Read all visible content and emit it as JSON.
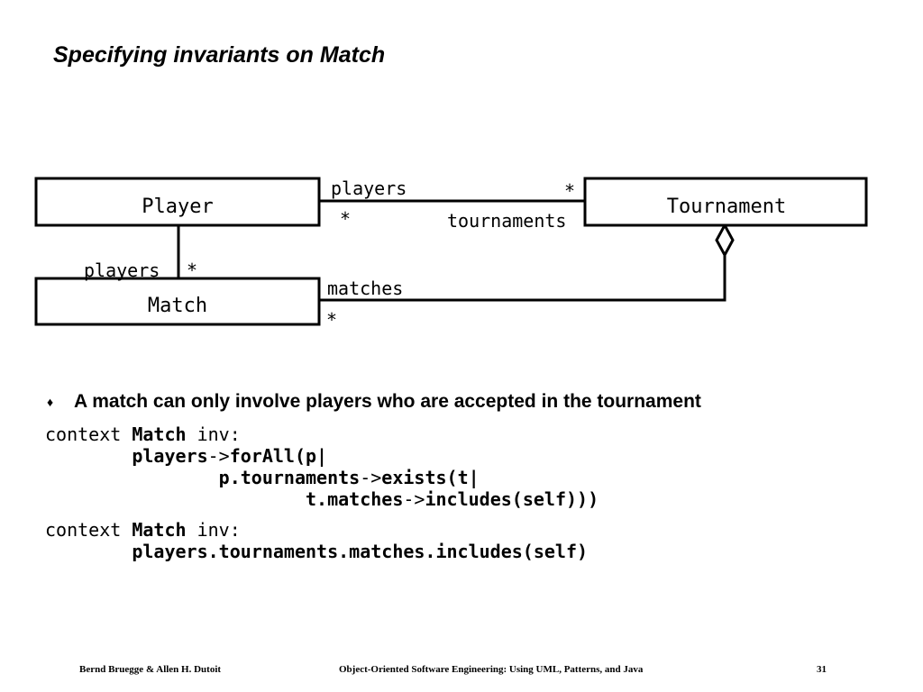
{
  "slide": {
    "title": "Specifying invariants on Match"
  },
  "diagram": {
    "classes": {
      "player": "Player",
      "tournament": "Tournament",
      "match": "Match"
    },
    "roles": {
      "players_top": "players",
      "mult_players_top": "*",
      "tournaments": "tournaments",
      "mult_tournaments": "*",
      "players_left": "players",
      "mult_players_left": "*",
      "matches": "matches",
      "mult_matches": "*"
    }
  },
  "bullet": {
    "marker": "♦",
    "text": "A match can only involve players who are accepted in the tournament"
  },
  "code": {
    "ctx1": {
      "kw_context": "context ",
      "cls": "Match",
      "kw_inv": " inv:",
      "l2_a": "players",
      "l2_arrow": "->",
      "l2_b": "forAll",
      "l2_c": "(p|",
      "l3_a": "p.tournaments",
      "l3_arrow": "->",
      "l3_b": "exists",
      "l3_c": "(t|",
      "l4_a": "t.matches",
      "l4_arrow": "->",
      "l4_b": "includes",
      "l4_c": "(self)))"
    },
    "ctx2": {
      "kw_context": "context ",
      "cls": "Match",
      "kw_inv": " inv:",
      "l2": "players.tournaments.matches.includes(self)"
    }
  },
  "footer": {
    "authors": "Bernd Bruegge & Allen H. Dutoit",
    "book": "Object-Oriented Software Engineering: Using UML, Patterns, and Java",
    "page": "31"
  }
}
